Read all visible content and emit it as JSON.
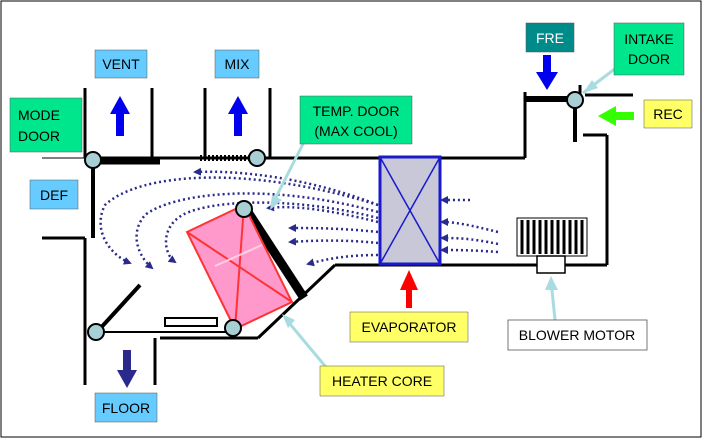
{
  "labels": {
    "vent": "VENT",
    "mix": "MIX",
    "fre": "FRE",
    "intake_door": [
      "INTAKE",
      "DOOR"
    ],
    "mode_door": [
      "MODE",
      "DOOR"
    ],
    "temp_door": [
      "TEMP. DOOR",
      "(MAX COOL)"
    ],
    "rec": "REC",
    "def": "DEF",
    "evaporator": "EVAPORATOR",
    "blower_motor": "BLOWER MOTOR",
    "heater_core": "HEATER CORE",
    "floor": "FLOOR"
  },
  "colors": {
    "cyan_label": "#66ccff",
    "green_label": "#00e68c",
    "yellow_label": "#ffff66",
    "teal_label": "#008b8b",
    "evaporator_fill": "#c8c8d8",
    "evaporator_stroke": "#1a1acc",
    "heater_fill": "#ff99cc",
    "heater_stroke": "#ff3333",
    "airflow": "#2a2a8c",
    "blue_arrow": "#0000ee",
    "red_arrow": "#ff0000",
    "green_arrow": "#33ff00",
    "pointer": "#a8dce0",
    "pivot": "#a8d0d4"
  }
}
